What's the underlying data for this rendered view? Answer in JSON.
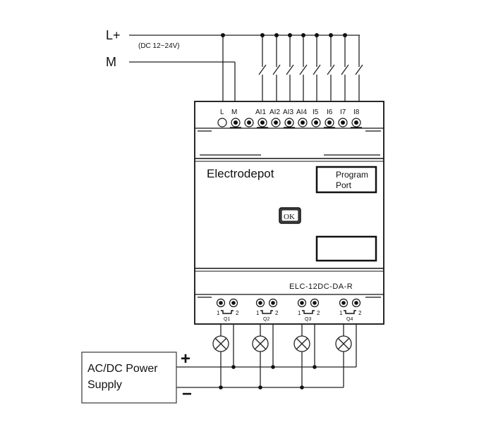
{
  "supply": {
    "pos_label": "L+",
    "neg_label": "M",
    "range_note": "(DC 12~24V)"
  },
  "terminals": {
    "top": [
      "L",
      "M",
      "AI1",
      "AI2",
      "AI3",
      "AI4",
      "I5",
      "I6",
      "I7",
      "I8"
    ]
  },
  "device": {
    "brand": "Electrodepot",
    "program_port_line1": "Program",
    "program_port_line2": "Port",
    "ok_button": "OK",
    "model": "ELC-12DC-DA-R"
  },
  "outputs": [
    {
      "pin1": "1",
      "pin2": "2",
      "name": "Q1"
    },
    {
      "pin1": "1",
      "pin2": "2",
      "name": "Q2"
    },
    {
      "pin1": "1",
      "pin2": "2",
      "name": "Q3"
    },
    {
      "pin1": "1",
      "pin2": "2",
      "name": "Q4"
    }
  ],
  "power_supply": {
    "line1": "AC/DC Power",
    "line2": "Supply",
    "plus": "+",
    "minus": "−"
  }
}
